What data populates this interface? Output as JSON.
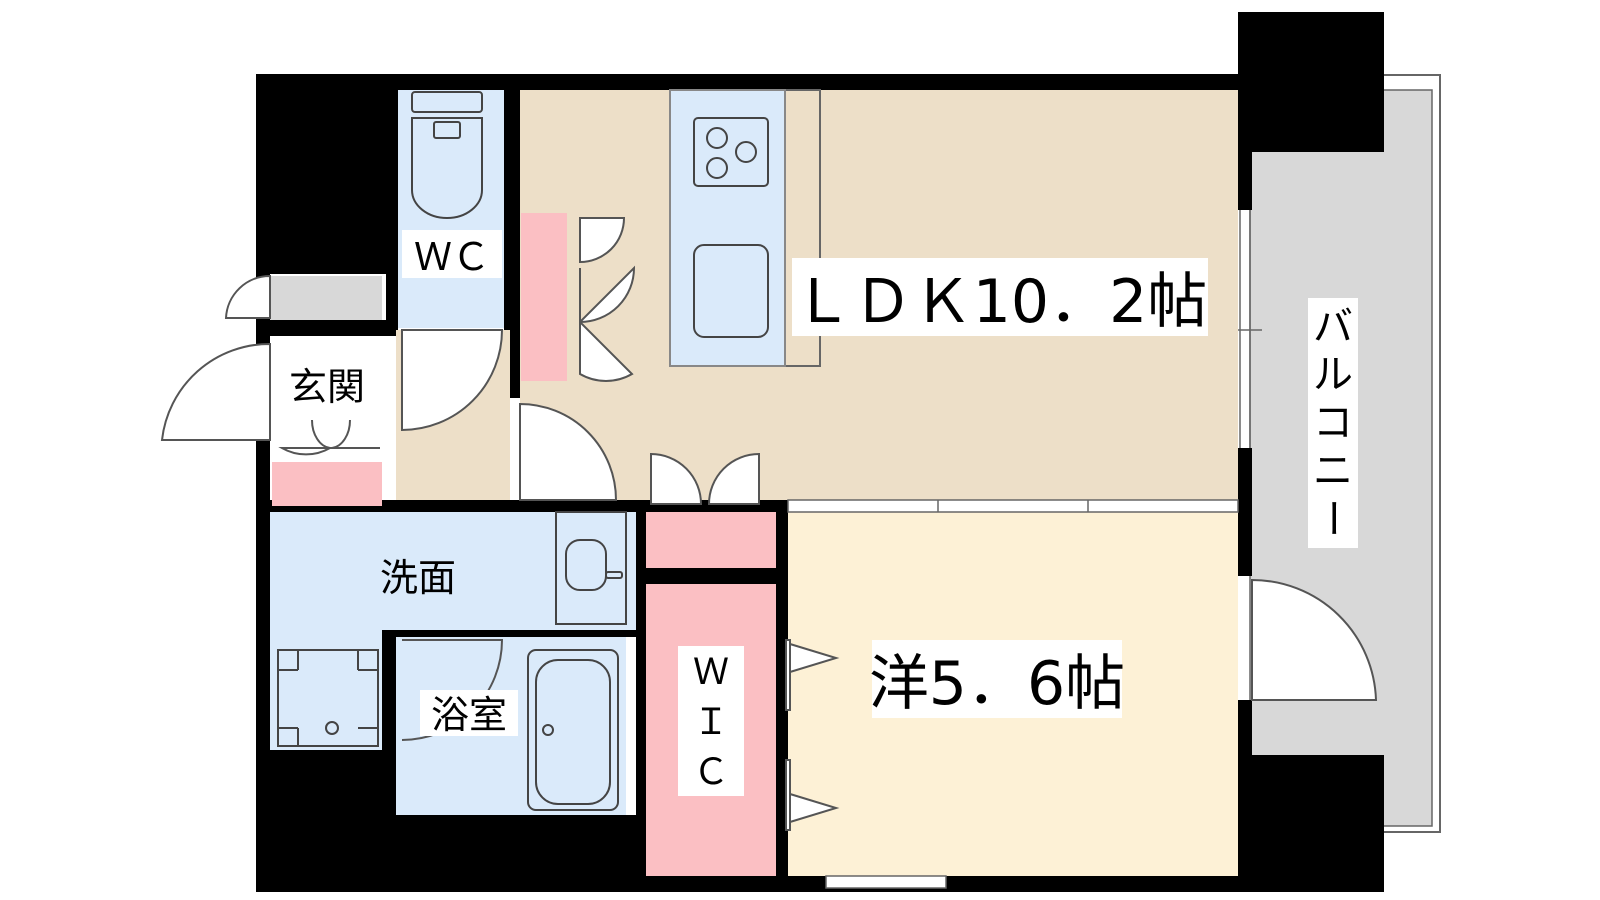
{
  "rooms": {
    "ldk": "ＬＤＫ10．2帖",
    "western": "洋5．6帖",
    "wc": "ＷＣ",
    "entrance": "玄関",
    "washroom": "洗面",
    "bathroom": "浴室",
    "wic": [
      "Ｗ",
      "Ｉ",
      "Ｃ"
    ],
    "balcony": [
      "バ",
      "ル",
      "コ",
      "ニ",
      "ー"
    ]
  },
  "colors": {
    "wall": "#000000",
    "ldk_floor": "#eddfc8",
    "western_floor": "#fdf1d6",
    "wet_area": "#daeafa",
    "storage": "#fbbfc3",
    "balcony": "#d8d8d8",
    "line": "#555555"
  }
}
